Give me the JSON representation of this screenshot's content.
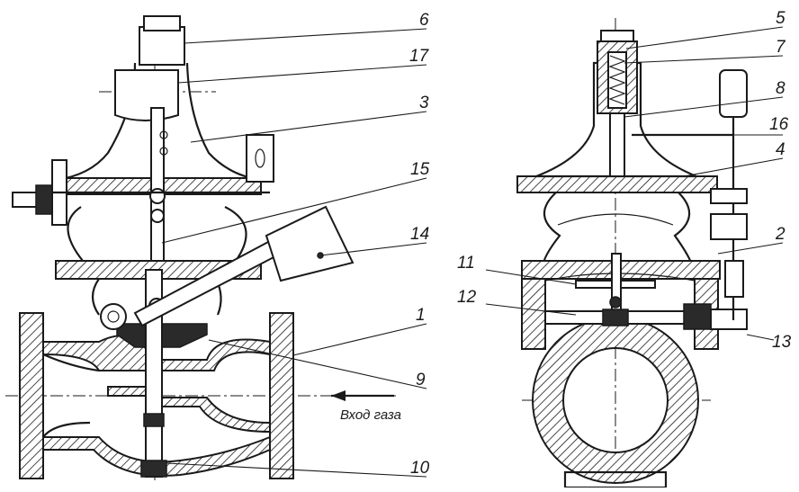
{
  "figure": {
    "callouts": [
      "6",
      "17",
      "3",
      "15",
      "14",
      "1",
      "9",
      "10",
      "5",
      "7",
      "8",
      "16",
      "4",
      "2",
      "11",
      "12",
      "13"
    ],
    "inlet_caption": "Вход газа"
  },
  "colors": {
    "ink": "#1a1a1a",
    "background": "#ffffff"
  }
}
